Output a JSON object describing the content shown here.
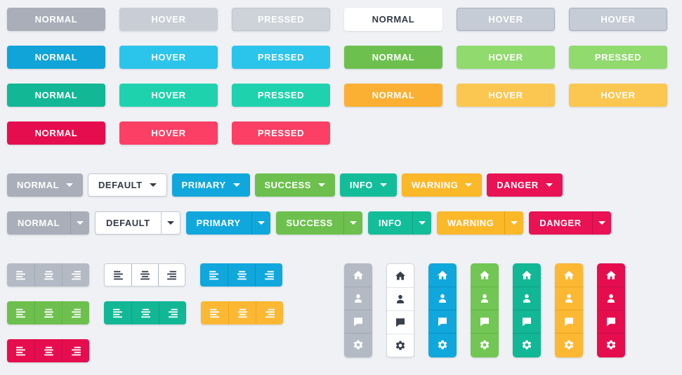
{
  "palette": {
    "background": "#eff1f4",
    "gray": "#a9aeb9",
    "gray_light": "#c9ced6",
    "blue": "#10a4d8",
    "blue_light": "#2bc4eb",
    "green": "#6dc04e",
    "green_light": "#91da6e",
    "teal": "#12b795",
    "teal_light": "#1fd2ae",
    "orange": "#fbb033",
    "orange_light": "#fcc751",
    "yellow": "#fbb829",
    "red": "#e60d4e",
    "red_light": "#fc3f64",
    "danger": "#e81254",
    "white": "#ffffff",
    "dark_text": "#343b47"
  },
  "state_rows": [
    {
      "buttons": [
        {
          "label": "NORMAL",
          "variant": "gray-normal"
        },
        {
          "label": "HOVER",
          "variant": "gray-hover"
        },
        {
          "label": "PRESSED",
          "variant": "gray-pressed"
        },
        {
          "label": "NORMAL",
          "variant": "white-normal"
        },
        {
          "label": "HOVER",
          "variant": "gray-hover-outlined"
        },
        {
          "label": "HOVER",
          "variant": "gray-hover-outlined"
        }
      ]
    },
    {
      "buttons": [
        {
          "label": "NORMAL",
          "variant": "blue-normal"
        },
        {
          "label": "HOVER",
          "variant": "blue-hover"
        },
        {
          "label": "PRESSED",
          "variant": "blue-pressed"
        },
        {
          "label": "NORMAL",
          "variant": "green-normal"
        },
        {
          "label": "HOVER",
          "variant": "green-hover"
        },
        {
          "label": "PRESSED",
          "variant": "green-pressed"
        }
      ]
    },
    {
      "buttons": [
        {
          "label": "NORMAL",
          "variant": "teal-normal"
        },
        {
          "label": "HOVER",
          "variant": "teal-hover"
        },
        {
          "label": "PRESSED",
          "variant": "teal-pressed"
        },
        {
          "label": "NORMAL",
          "variant": "orange-normal"
        },
        {
          "label": "HOVER",
          "variant": "orange-hover"
        },
        {
          "label": "HOVER",
          "variant": "orange-hover"
        }
      ]
    },
    {
      "buttons": [
        {
          "label": "NORMAL",
          "variant": "red-normal"
        },
        {
          "label": "HOVER",
          "variant": "red-hover"
        },
        {
          "label": "PRESSED",
          "variant": "red-pressed"
        }
      ]
    }
  ],
  "dropdowns": [
    {
      "label": "NORMAL",
      "variant": "gray"
    },
    {
      "label": "DEFAULT",
      "variant": "default"
    },
    {
      "label": "PRIMARY",
      "variant": "primary"
    },
    {
      "label": "SUCCESS",
      "variant": "success"
    },
    {
      "label": "INFO",
      "variant": "info"
    },
    {
      "label": "WARNING",
      "variant": "warning"
    },
    {
      "label": "DANGER",
      "variant": "danger"
    }
  ],
  "split_dropdowns": [
    {
      "label": "NORMAL",
      "variant": "gray"
    },
    {
      "label": "DEFAULT",
      "variant": "default"
    },
    {
      "label": "PRIMARY",
      "variant": "primary"
    },
    {
      "label": "SUCCESS",
      "variant": "success"
    },
    {
      "label": "INFO",
      "variant": "info"
    },
    {
      "label": "WARNING",
      "variant": "warning"
    },
    {
      "label": "DANGER",
      "variant": "danger"
    }
  ],
  "align_groups": {
    "icons": [
      "align-left",
      "align-center",
      "align-right"
    ],
    "rows": [
      [
        "gray",
        "white",
        "blue"
      ],
      [
        "green",
        "teal",
        "yellow"
      ],
      [
        "red"
      ]
    ]
  },
  "icon_stacks": {
    "icons": [
      "home",
      "user",
      "comment",
      "gear"
    ],
    "variants": [
      "gray",
      "white",
      "blue",
      "green",
      "teal",
      "yellow",
      "red"
    ]
  },
  "icons": {
    "caret": "caret-down-icon",
    "align_left": "align-left-icon",
    "align_center": "align-center-icon",
    "align_right": "align-right-icon",
    "home": "home-icon",
    "user": "user-icon",
    "comment": "comment-icon",
    "gear": "gear-icon"
  }
}
